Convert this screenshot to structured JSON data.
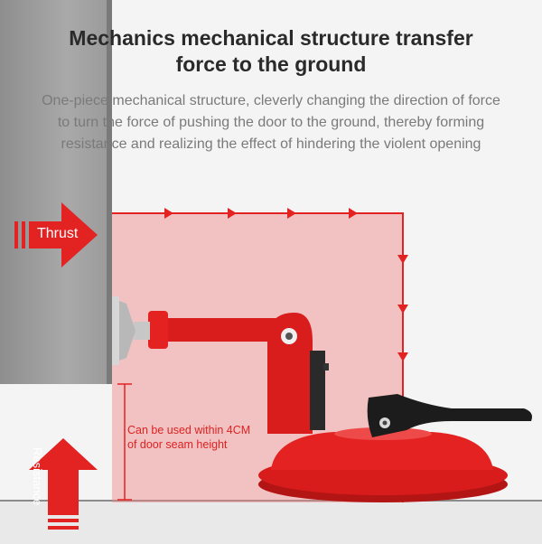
{
  "title_line1": "Mechanics mechanical structure transfer",
  "title_line2": "force to the ground",
  "description_line1": "One-piece mechanical structure, cleverly changing the direction of force",
  "description_line2": "to turn the force of pushing the door to the ground, thereby forming",
  "description_line3": "resistance and realizing the effect of hindering the violent opening",
  "thrust_label": "Thrust",
  "resistance_label": "Resistance",
  "note_line1": "Can be used within 4CM",
  "note_line2": "of door seam height",
  "colors": {
    "accent": "#e32222",
    "door": "#a0a0a0",
    "text": "#2a2a2a",
    "muted": "#7a7a7a"
  }
}
